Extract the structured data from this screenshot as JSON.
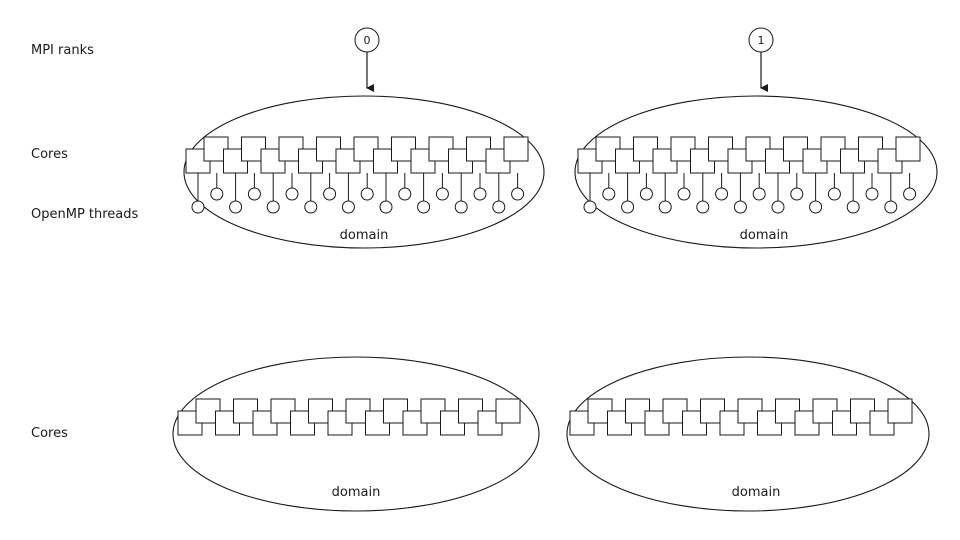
{
  "labels": {
    "mpi_ranks": "MPI ranks",
    "cores_top": "Cores",
    "openmp_threads": "OpenMP threads",
    "cores_bottom": "Cores"
  },
  "ranks": [
    "0",
    "1"
  ],
  "domain_label": "domain",
  "cores_per_domain": 18,
  "threads_per_domain": 18,
  "colors": {
    "stroke": "#1a1a1a",
    "background": "#ffffff"
  }
}
